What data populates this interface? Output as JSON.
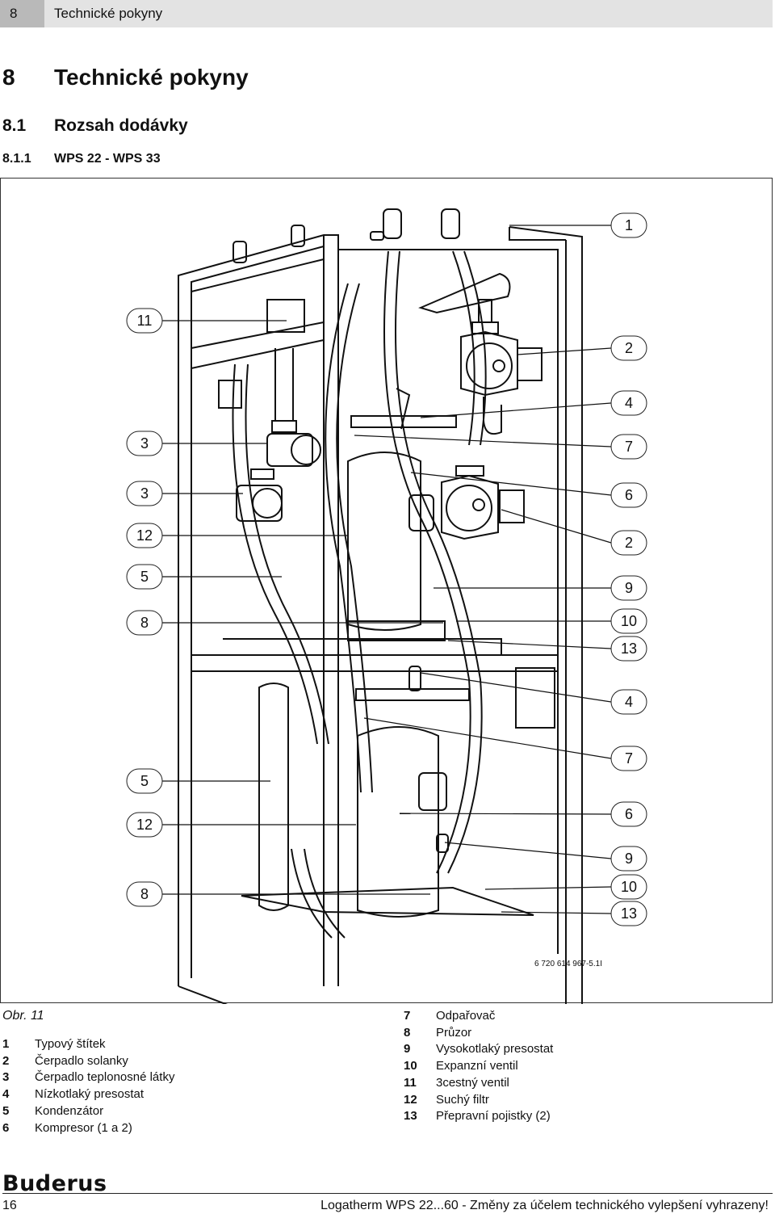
{
  "header": {
    "number": "8",
    "title": "Technické pokyny"
  },
  "heading1": {
    "number": "8",
    "title": "Technické pokyny"
  },
  "heading2": {
    "number": "8.1",
    "title": "Rozsah dodávky"
  },
  "heading3": {
    "number": "8.1.1",
    "title": "WPS 22 - WPS 33"
  },
  "figure": {
    "code": "6 720 614 967-5.1I",
    "caption": "Obr. 11",
    "callouts_right": [
      "1",
      "2",
      "4",
      "7",
      "6",
      "2",
      "9",
      "10",
      "13",
      "4",
      "7",
      "6",
      "9",
      "10",
      "13"
    ],
    "callouts_left": [
      "11",
      "3",
      "3",
      "12",
      "5",
      "8",
      "5",
      "12",
      "8"
    ]
  },
  "legend": {
    "col1": [
      {
        "n": "1",
        "text": "Typový štítek"
      },
      {
        "n": "2",
        "text": "Čerpadlo solanky"
      },
      {
        "n": "3",
        "text": "Čerpadlo teplonosné látky"
      },
      {
        "n": "4",
        "text": "Nízkotlaký presostat"
      },
      {
        "n": "5",
        "text": "Kondenzátor"
      },
      {
        "n": "6",
        "text": "Kompresor (1 a 2)"
      }
    ],
    "col2": [
      {
        "n": "7",
        "text": "Odpařovač"
      },
      {
        "n": "8",
        "text": "Průzor"
      },
      {
        "n": "9",
        "text": "Vysokotlaký presostat"
      },
      {
        "n": "10",
        "text": "Expanzní ventil"
      },
      {
        "n": "11",
        "text": "3cestný ventil"
      },
      {
        "n": "12",
        "text": "Suchý filtr"
      },
      {
        "n": "13",
        "text": "Přepravní pojistky (2)"
      }
    ]
  },
  "footer": {
    "logo": "Buderus",
    "page": "16",
    "text": "Logatherm WPS 22...60 - Změny za účelem technického vylepšení vyhrazeny!"
  }
}
